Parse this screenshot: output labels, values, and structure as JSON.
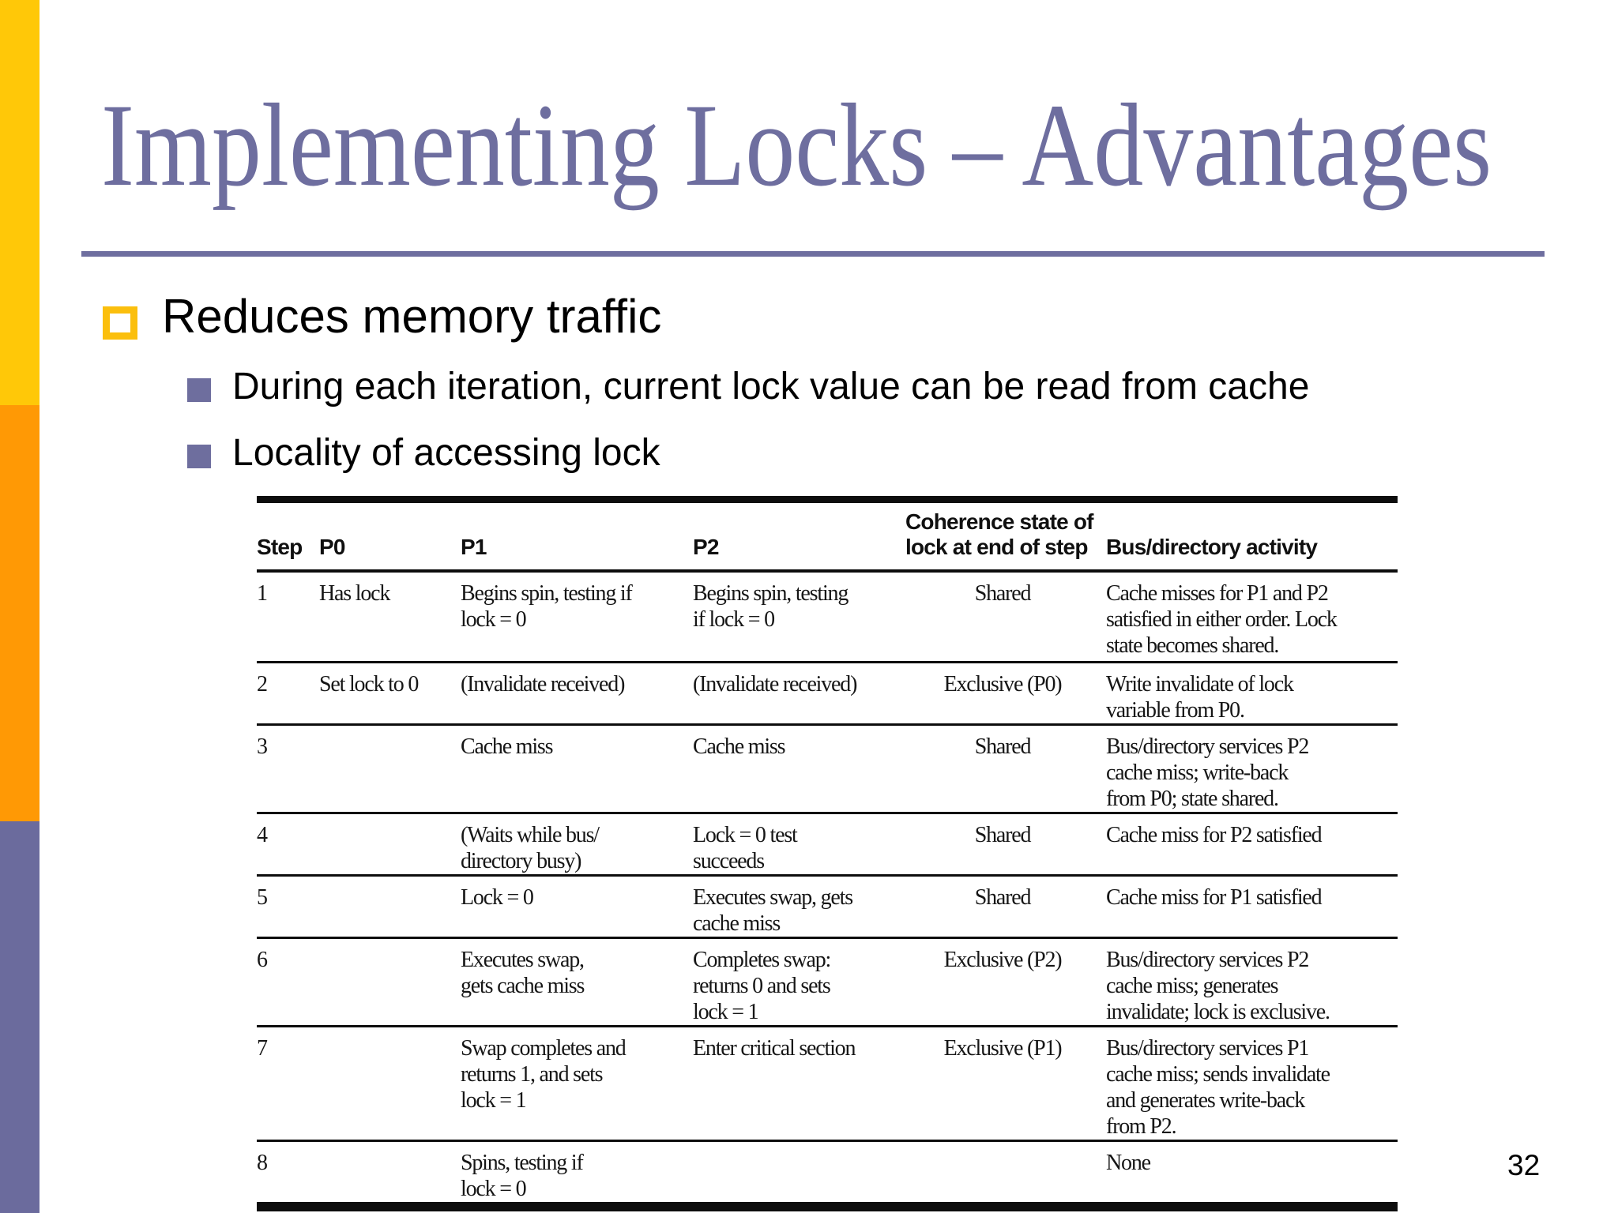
{
  "slide": {
    "title": "Implementing Locks – Advantages",
    "page_number": "32"
  },
  "colors": {
    "accent_yellow": "#FFC808",
    "accent_orange": "#FF9905",
    "accent_purple": "#6B6B9D",
    "title_purple": "#6E6E9F",
    "bullet_gold": "#FBBF0D"
  },
  "bullets": {
    "level1": "Reduces memory traffic",
    "level2": [
      "During each iteration, current lock value can be read from cache",
      "Locality of accessing lock"
    ]
  },
  "table": {
    "headers": [
      "Step",
      "P0",
      "P1",
      "P2",
      "Coherence state of\nlock at end of step",
      "Bus/directory activity"
    ],
    "rows": [
      [
        "1",
        "Has lock",
        "Begins spin, testing if\nlock = 0",
        "Begins spin, testing\nif lock = 0",
        "Shared",
        "Cache misses for P1 and P2\nsatisfied in either order. Lock\nstate becomes shared."
      ],
      [
        "2",
        "Set lock to 0",
        "(Invalidate received)",
        "(Invalidate received)",
        "Exclusive (P0)",
        "Write invalidate of lock\nvariable from P0."
      ],
      [
        "3",
        "",
        "Cache miss",
        "Cache miss",
        "Shared",
        "Bus/directory services P2\ncache miss; write-back\nfrom P0; state shared."
      ],
      [
        "4",
        "",
        "(Waits while bus/\ndirectory busy)",
        "Lock = 0 test\nsucceeds",
        "Shared",
        "Cache miss for P2 satisfied"
      ],
      [
        "5",
        "",
        "Lock = 0",
        "Executes swap, gets\ncache miss",
        "Shared",
        "Cache miss for P1 satisfied"
      ],
      [
        "6",
        "",
        "Executes swap,\ngets cache miss",
        "Completes swap:\nreturns 0 and sets\nlock = 1",
        "Exclusive (P2)",
        "Bus/directory services P2\ncache miss; generates\ninvalidate; lock is exclusive."
      ],
      [
        "7",
        "",
        "Swap completes and\nreturns 1, and sets\nlock = 1",
        "Enter critical section",
        "Exclusive (P1)",
        "Bus/directory services P1\ncache miss; sends invalidate\nand generates write-back\nfrom P2."
      ],
      [
        "8",
        "",
        "Spins, testing if\nlock = 0",
        "",
        "",
        "None"
      ]
    ]
  }
}
